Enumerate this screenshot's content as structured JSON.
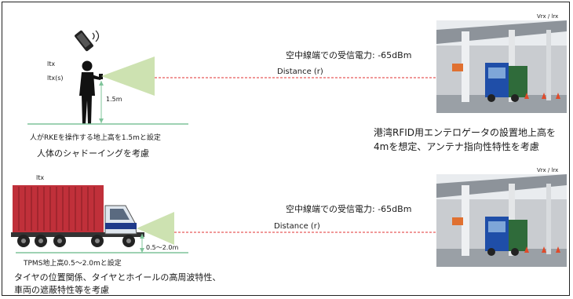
{
  "top": {
    "labels": {
      "ltx": "ltx",
      "ltx_s": "ltx(s)",
      "height": "1.5m"
    },
    "ground_caption": "人がRKEを操作する地上高を1.5mと設定",
    "title_caption": "人体のシャドーイングを考慮",
    "received_power": "空中線端での受信電力: -65dBm",
    "distance": "Distance (r)",
    "receiver_label": "Vrx / lrx",
    "gate_caption_line1": "港湾RFID用エンテロゲータの設置地上高を",
    "gate_caption_line2": "4mを想定、アンテナ指向性特性を考慮"
  },
  "bottom": {
    "labels": {
      "ltx": "ltx",
      "height": "0.5～2.0m"
    },
    "ground_caption": "TPMS地上高0.5～2.0mと設定",
    "received_power": "空中線端での受信電力: -65dBm",
    "distance": "Distance (r)",
    "receiver_label": "Vrx / lrx",
    "caption_line1": "タイヤの位置関係、タイヤとホイールの高周波特性、",
    "caption_line2": "車両の遮蔽特性等を考慮"
  },
  "colors": {
    "beam": "#c8dfa8",
    "ground_line": "#7fc49a",
    "distance_line": "#e03030",
    "container": "#c0303a",
    "cab": "#dfe6ee"
  },
  "icons": [
    "person-icon",
    "smartphone-icon",
    "truck-icon",
    "gate-photo"
  ]
}
